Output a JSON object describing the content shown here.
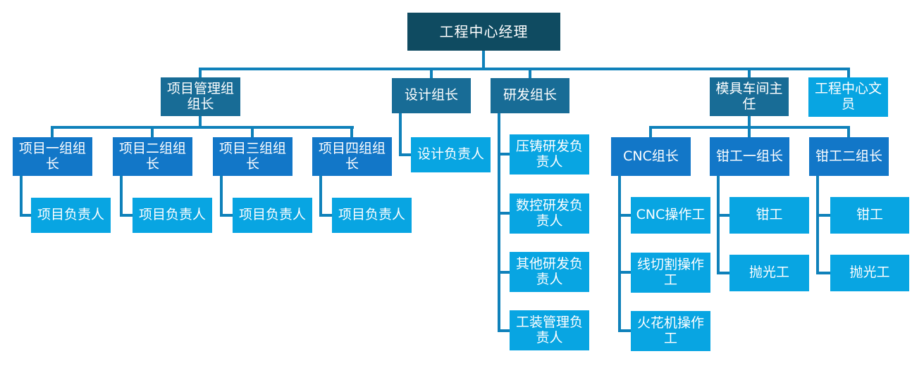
{
  "nodes": {
    "root": "工程中心经理",
    "pm_group_lead": "项目管理组组长",
    "design_lead": "设计组长",
    "rd_lead": "研发组长",
    "mold_director": "模具车间主任",
    "center_clerk": "工程中心文员",
    "project1_lead": "项目一组组长",
    "project2_lead": "项目二组组长",
    "project3_lead": "项目三组组长",
    "project4_lead": "项目四组组长",
    "project1_owner": "项目负责人",
    "project2_owner": "项目负责人",
    "project3_owner": "项目负责人",
    "project4_owner": "项目负责人",
    "design_owner": "设计负责人",
    "diecast_rd_owner": "压铸研发负责人",
    "nc_rd_owner": "数控研发负责人",
    "other_rd_owner": "其他研发负责人",
    "tooling_mgmt_owner": "工装管理负责人",
    "cnc_lead": "CNC组长",
    "fitter1_lead": "钳工一组长",
    "fitter2_lead": "钳工二组长",
    "cnc_operator": "CNC操作工",
    "wirecut_operator": "线切割操作工",
    "edm_operator": "火花机操作工",
    "fitter1_fitter": "钳工",
    "fitter1_polisher": "抛光工",
    "fitter2_fitter": "钳工",
    "fitter2_polisher": "抛光工"
  },
  "edges": [
    [
      "root",
      "pm_group_lead"
    ],
    [
      "root",
      "design_lead"
    ],
    [
      "root",
      "rd_lead"
    ],
    [
      "root",
      "mold_director"
    ],
    [
      "root",
      "center_clerk"
    ],
    [
      "pm_group_lead",
      "project1_lead"
    ],
    [
      "pm_group_lead",
      "project2_lead"
    ],
    [
      "pm_group_lead",
      "project3_lead"
    ],
    [
      "pm_group_lead",
      "project4_lead"
    ],
    [
      "project1_lead",
      "project1_owner"
    ],
    [
      "project2_lead",
      "project2_owner"
    ],
    [
      "project3_lead",
      "project3_owner"
    ],
    [
      "project4_lead",
      "project4_owner"
    ],
    [
      "design_lead",
      "design_owner"
    ],
    [
      "rd_lead",
      "diecast_rd_owner"
    ],
    [
      "rd_lead",
      "nc_rd_owner"
    ],
    [
      "rd_lead",
      "other_rd_owner"
    ],
    [
      "rd_lead",
      "tooling_mgmt_owner"
    ],
    [
      "mold_director",
      "cnc_lead"
    ],
    [
      "mold_director",
      "fitter1_lead"
    ],
    [
      "mold_director",
      "fitter2_lead"
    ],
    [
      "cnc_lead",
      "cnc_operator"
    ],
    [
      "cnc_lead",
      "wirecut_operator"
    ],
    [
      "cnc_lead",
      "edm_operator"
    ],
    [
      "fitter1_lead",
      "fitter1_fitter"
    ],
    [
      "fitter1_lead",
      "fitter1_polisher"
    ],
    [
      "fitter2_lead",
      "fitter2_fitter"
    ],
    [
      "fitter2_lead",
      "fitter2_polisher"
    ]
  ],
  "colors": {
    "level1_bg": "#0F4B61",
    "level2_bg": "#186C96",
    "level3_bg": "#1277C8",
    "leaf_bg": "#08A5E2",
    "connector": "#0F81BA",
    "text_color": "#FFFFFF",
    "canvas_bg": "#FFFFFF"
  }
}
